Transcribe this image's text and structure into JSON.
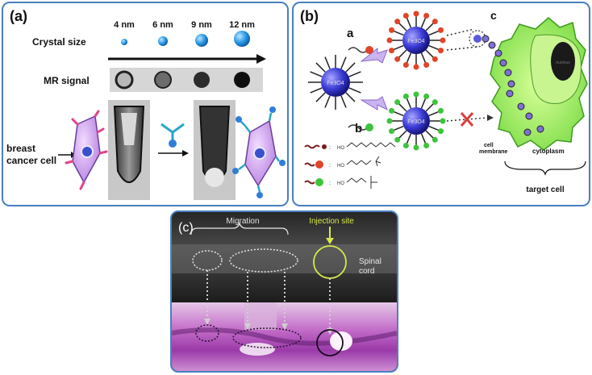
{
  "panel_a": {
    "label": "(a)",
    "crystal_size_label": "Crystal size",
    "sizes": [
      "4 nm",
      "6 nm",
      "9 nm",
      "12 nm"
    ],
    "mr_signal_label": "MR signal",
    "cell_label_line1": "breast",
    "cell_label_line2": "cancer cell"
  },
  "panel_b": {
    "label": "(b)",
    "core_label": "Fe3O4",
    "route_a": "a",
    "route_b": "b",
    "route_c": "c",
    "cell_membrane_line1": "cell",
    "cell_membrane_line2": "membrane",
    "cytoplasm": "cytoplasm",
    "nucleus": "nucleus",
    "target_cell": "target cell",
    "ligand_prefix": "HO"
  },
  "panel_c": {
    "label": "(c)",
    "migration": "Migration",
    "injection_site": "Injection site",
    "spinal_line1": "Spinal",
    "spinal_line2": "cord"
  },
  "colors": {
    "border": "#4a7fc1",
    "np_core": "#3b3bd6",
    "positive": "#e0442a",
    "negative": "#3cc43c",
    "cell_green": "#8ee65a",
    "cell_purple": "#c49be8",
    "injection": "#d8e84a"
  }
}
